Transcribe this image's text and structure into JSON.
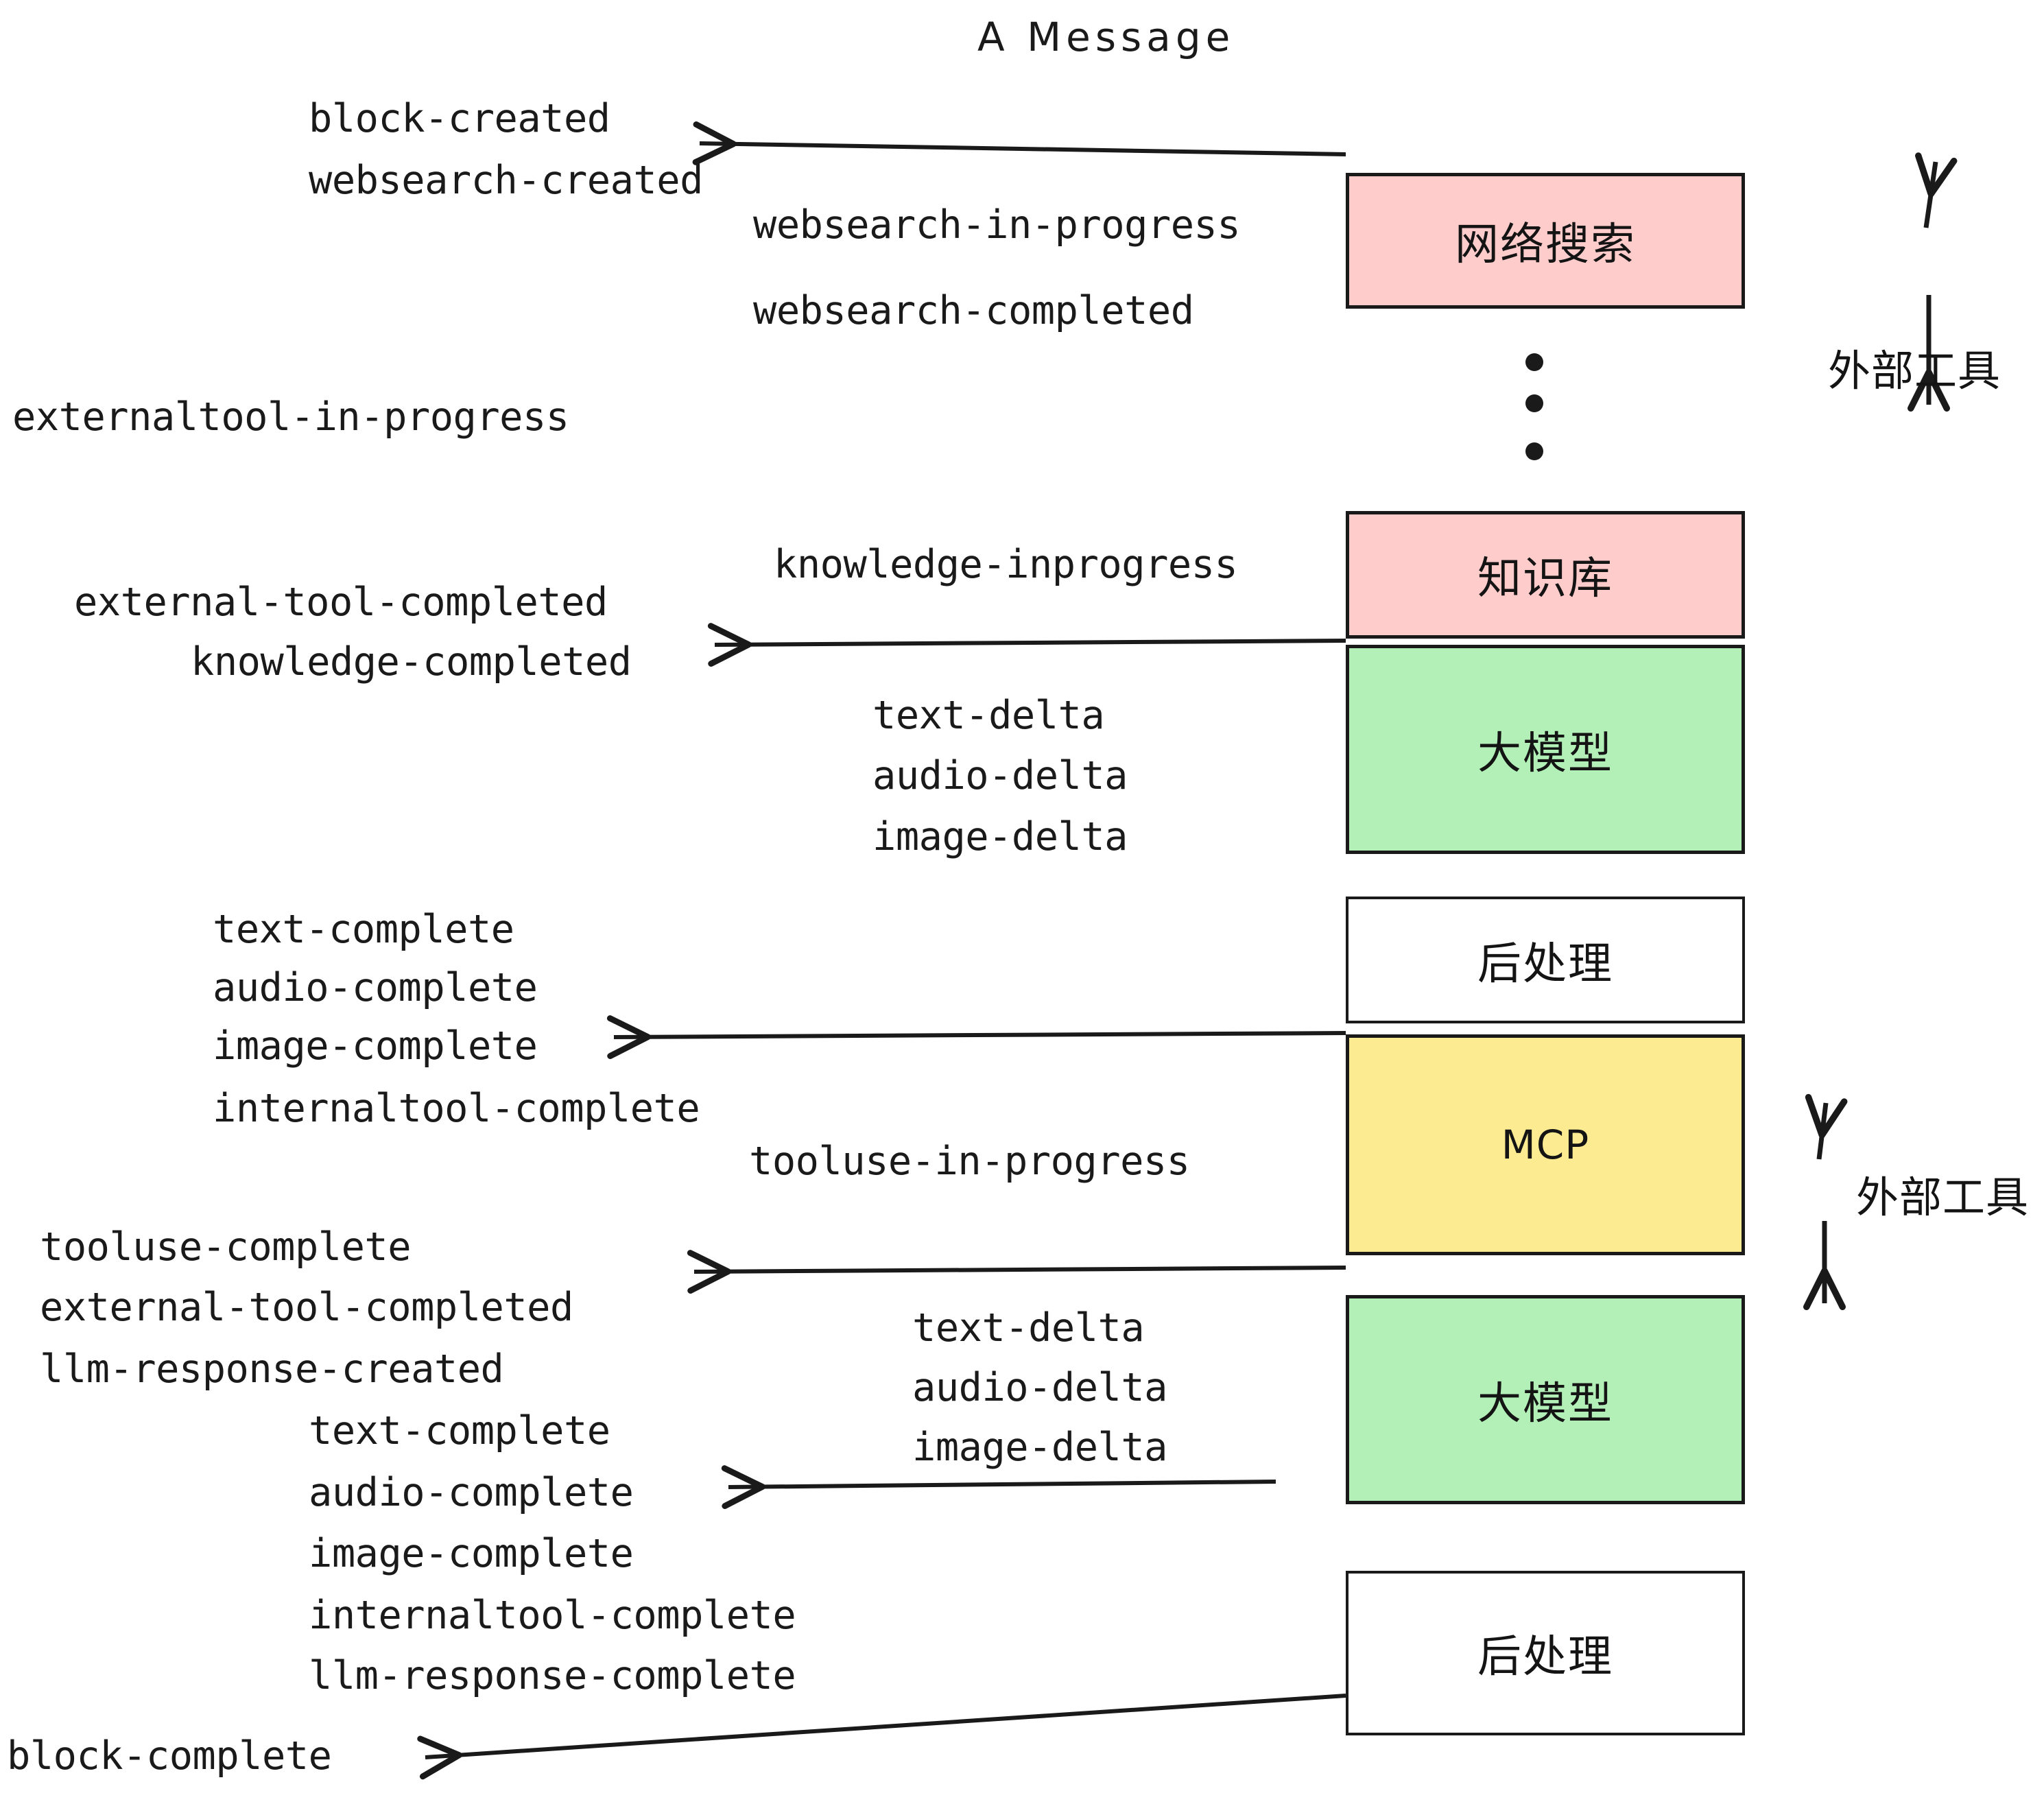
{
  "title": "A Message",
  "colors": {
    "pink": "#FFCCCC",
    "green": "#B2F0B8",
    "yellow": "#FCEB90",
    "white": "#FFFFFF",
    "stroke": "#1A1A1A",
    "background": "#FFFFFF"
  },
  "nodes": [
    {
      "id": "websearch",
      "label": "网络搜索",
      "fill": "#FFCCCC"
    },
    {
      "id": "knowledge",
      "label": "知识库",
      "fill": "#FFCCCC"
    },
    {
      "id": "llm-1",
      "label": "大模型",
      "fill": "#B2F0B8"
    },
    {
      "id": "postprocess-1",
      "label": "后处理",
      "fill": "#FFFFFF"
    },
    {
      "id": "mcp",
      "label": "MCP",
      "fill": "#FCEB90"
    },
    {
      "id": "llm-2",
      "label": "大模型",
      "fill": "#B2F0B8"
    },
    {
      "id": "postprocess-2",
      "label": "后处理",
      "fill": "#FFFFFF"
    }
  ],
  "side_labels": [
    {
      "id": "external-tools-top",
      "text": "外部工具"
    },
    {
      "id": "external-tools-bottom",
      "text": "外部工具"
    }
  ],
  "events": [
    {
      "id": "block-created",
      "text": "block-created"
    },
    {
      "id": "websearch-created",
      "text": "websearch-created"
    },
    {
      "id": "websearch-in-progress",
      "text": "websearch-in-progress"
    },
    {
      "id": "websearch-completed",
      "text": "websearch-completed"
    },
    {
      "id": "externaltool-in-progress",
      "text": "externaltool-in-progress"
    },
    {
      "id": "knowledge-inprogress",
      "text": "knowledge-inprogress"
    },
    {
      "id": "external-tool-completed-1",
      "text": "external-tool-completed"
    },
    {
      "id": "knowledge-completed",
      "text": "knowledge-completed"
    },
    {
      "id": "text-delta-1",
      "text": "text-delta"
    },
    {
      "id": "audio-delta-1",
      "text": "audio-delta"
    },
    {
      "id": "image-delta-1",
      "text": "image-delta"
    },
    {
      "id": "text-complete-1",
      "text": "text-complete"
    },
    {
      "id": "audio-complete-1",
      "text": "audio-complete"
    },
    {
      "id": "image-complete-1",
      "text": "image-complete"
    },
    {
      "id": "internaltool-complete-1",
      "text": "internaltool-complete"
    },
    {
      "id": "tooluse-in-progress",
      "text": "tooluse-in-progress"
    },
    {
      "id": "tooluse-complete",
      "text": "tooluse-complete"
    },
    {
      "id": "external-tool-completed-2",
      "text": "external-tool-completed"
    },
    {
      "id": "llm-response-created",
      "text": "llm-response-created"
    },
    {
      "id": "text-delta-2",
      "text": "text-delta"
    },
    {
      "id": "audio-delta-2",
      "text": "audio-delta"
    },
    {
      "id": "image-delta-2",
      "text": "image-delta"
    },
    {
      "id": "text-complete-2",
      "text": "text-complete"
    },
    {
      "id": "audio-complete-2",
      "text": "audio-complete"
    },
    {
      "id": "image-complete-2",
      "text": "image-complete"
    },
    {
      "id": "internaltool-complete-2",
      "text": "internaltool-complete"
    },
    {
      "id": "llm-response-complete",
      "text": "llm-response-complete"
    },
    {
      "id": "block-complete",
      "text": "block-complete"
    }
  ]
}
